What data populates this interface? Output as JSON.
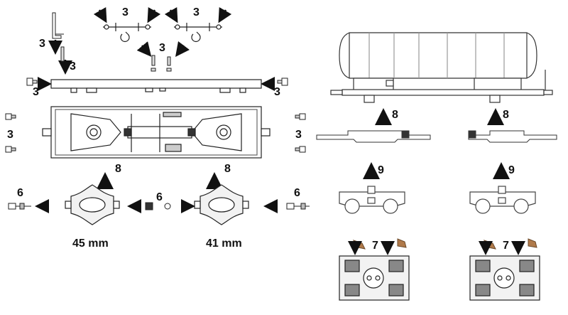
{
  "steps": {
    "s3": "3",
    "s6": "6",
    "s7": "7",
    "s8": "8",
    "s9": "9"
  },
  "dimensions": {
    "left_bolster": "45 mm",
    "right_bolster": "41 mm"
  },
  "colors": {
    "line": "#222222",
    "grey": "#8a8a8a",
    "fill": "#f2f2f2",
    "brown": "#b07a4a"
  }
}
